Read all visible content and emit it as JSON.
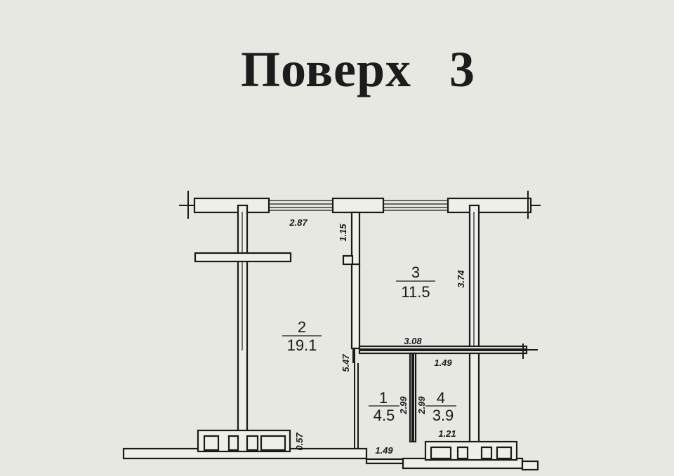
{
  "header": {
    "title_word": "Поверх",
    "floor_number": "3"
  },
  "rooms": [
    {
      "number": "2",
      "area": "19.1"
    },
    {
      "number": "3",
      "area": "11.5"
    },
    {
      "number": "1",
      "area": "4.5"
    },
    {
      "number": "4",
      "area": "3.9"
    }
  ],
  "dimensions": {
    "d287": "2.87",
    "d115": "1.15",
    "d374": "3.74",
    "d308": "3.08",
    "d149a": "1.49",
    "d547": "5.47",
    "d299a": "2.99",
    "d299b": "2.99",
    "d121": "1.21",
    "d057": "0.57",
    "d149b": "1.49"
  }
}
